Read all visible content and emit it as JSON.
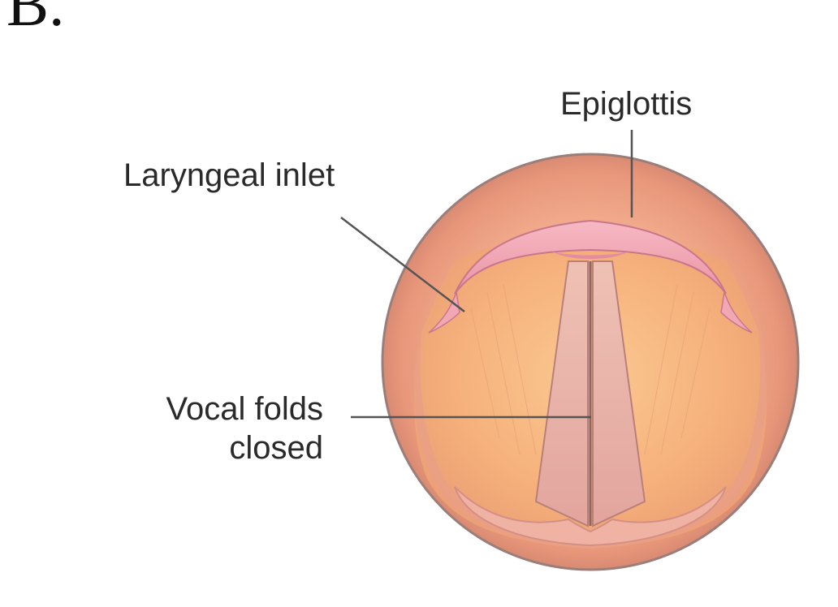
{
  "panel": {
    "letter": "B."
  },
  "labels": {
    "epiglottis": "Epiglottis",
    "laryngeal_inlet": "Laryngeal inlet",
    "vocal_folds_line1": "Vocal folds",
    "vocal_folds_line2": "closed"
  },
  "colors": {
    "outer_ring": "#eaa184",
    "inner_cavity": "#f5b27d",
    "epiglottis": "#f3a6b4",
    "vocal_folds": "#e6a8a3",
    "leader_line": "#555555",
    "label_text": "#2a2a2a"
  }
}
